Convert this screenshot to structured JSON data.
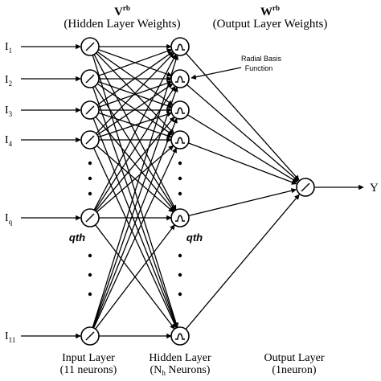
{
  "header": {
    "v_symbol": "V",
    "v_superscript": "rb",
    "v_caption": "(Hidden Layer Weights)",
    "w_symbol": "W",
    "w_superscript": "rb",
    "w_caption": "(Output Layer Weights)"
  },
  "annotation": {
    "line1": "Radial Basis",
    "line2": "Function"
  },
  "inputs": [
    {
      "symbol": "I",
      "sub": "1"
    },
    {
      "symbol": "I",
      "sub": "2"
    },
    {
      "symbol": "I",
      "sub": "3"
    },
    {
      "symbol": "I",
      "sub": "4"
    },
    {
      "symbol": "I",
      "sub": "q"
    },
    {
      "symbol": "I",
      "sub": "11"
    }
  ],
  "qth_label": "qth",
  "output_label": "Y",
  "layers": {
    "input": {
      "line1": "Input Layer",
      "line2": "(11 neurons)"
    },
    "hidden": {
      "line1": "Hidden Layer",
      "line2_pre": "(N",
      "line2_sub": "h",
      "line2_post": " Neurons)"
    },
    "output": {
      "line1": "Output Layer",
      "line2": "(1neuron)"
    }
  },
  "node_types": {
    "input_and_output": "linear-activation-icon",
    "hidden": "gaussian-rbf-icon"
  },
  "colors": {
    "ink": "#000000",
    "background": "#ffffff"
  }
}
